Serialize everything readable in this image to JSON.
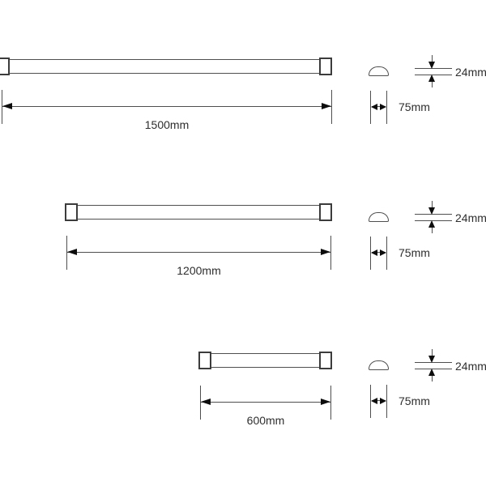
{
  "diagram": {
    "colors": {
      "background": "#ffffff",
      "line": "#4f4f4f",
      "cap": "#3c3c3c",
      "arrow": "#0d0d0d",
      "text": "#2e2e2e"
    },
    "fixtures": [
      {
        "length_label": "1500mm",
        "height_label": "24mm",
        "width_label": "75mm"
      },
      {
        "length_label": "1200mm",
        "height_label": "24mm",
        "width_label": "75mm"
      },
      {
        "length_label": "600mm",
        "height_label": "24mm",
        "width_label": "75mm"
      }
    ]
  }
}
